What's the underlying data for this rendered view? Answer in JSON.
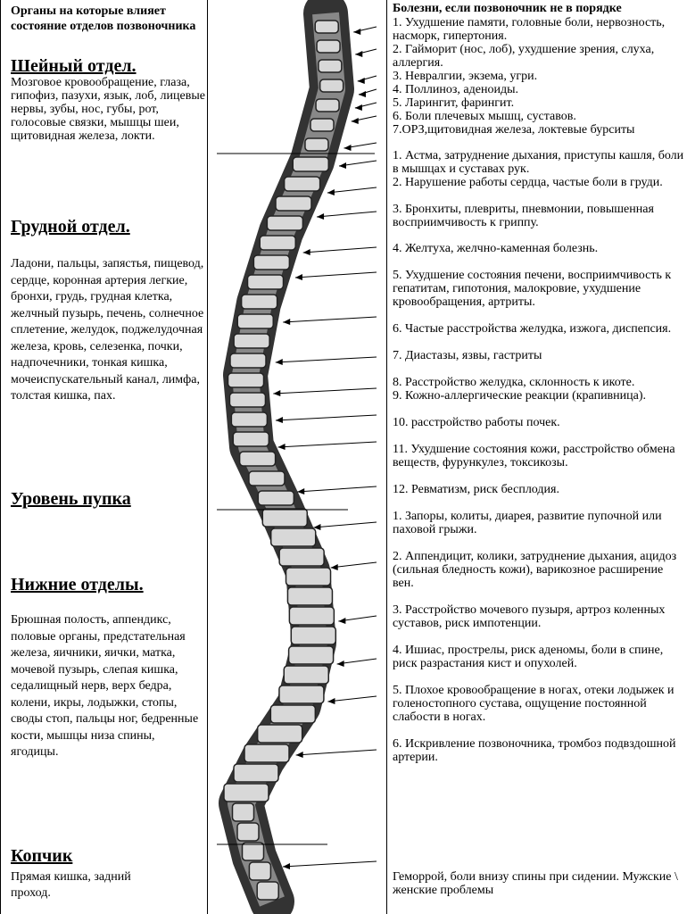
{
  "left": {
    "title": "Органы на которые влияет состояние отделов позвоночника",
    "sections": [
      {
        "heading": "Шейный отдел.",
        "text": "Мозговое кровообращение, глаза, гипофиз, пазухи, язык, лоб, лицевые нервы, зубы, нос, губы, рот, голосовые связки, мышцы шеи, щитовидная железа, локти."
      },
      {
        "heading": "Грудной отдел.",
        "text": "Ладони, пальцы, запястья, пищевод, сердце, коронная артерия легкие, бронхи, грудь, грудная клетка, желчный пузырь, печень, солнечное сплетение, желудок, поджелудочная железа, кровь, селезенка, почки, надпочечники, тонкая кишка, мочеиспускательный канал, лимфа, толстая кишка, пах."
      },
      {
        "heading": "Уровень пупка",
        "text": ""
      },
      {
        "heading": "Нижние отделы.",
        "text": "Брюшная полость, аппендикс, половые органы, предстательная железа, яичники, яички, матка, мочевой пузырь, слепая кишка, седалищный нерв, верх бедра, колени, икры, лодыжки, стопы, своды стоп, пальцы ног, бедренные кости, мышцы низа спины, ягодицы."
      },
      {
        "heading": "Копчик",
        "text": "Прямая кишка, задний проход."
      }
    ]
  },
  "right": {
    "title": "Болезни, если позвоночник не в порядке",
    "items": [
      "1. Ухудшение памяти, головные боли, нервозность, насморк, гипертония.",
      "2. Гайморит (нос, лоб), ухудшение зрения, слуха, аллергия.",
      "3. Невралгии, экзема, угри.",
      "4. Поллиноз, аденоиды.",
      "5. Ларингит, фарингит.",
      "6. Боли плечевых мышц, суставов.",
      "7.ОРЗ,щитовидная железа, локтевые бурситы",
      "1. Астма, затруднение дыхания, приступы кашля, боли в мышцах и суставах рук.",
      "2. Нарушение работы сердца, частые боли в груди.",
      "3. Бронхиты, плевриты, пневмонии, повышенная восприимчивость к гриппу.",
      "4. Желтуха, желчно-каменная болезнь.",
      "5. Ухудшение состояния печени, восприимчивость к гепатитам, гипотония, малокровие, ухудшение кровообращения, артриты.",
      "6. Частые расстройства желудка, изжога, диспепсия.",
      "7. Диастазы, язвы, гастриты",
      "8. Расстройство желудка, склонность к икоте.",
      "9. Кожно-аллергические реакции (крапивница).",
      "10. расстройство работы почек.",
      "11. Ухудшение состояния кожи, расстройство обмена веществ, фурункулез, токсикозы.",
      "12. Ревматизм, риск бесплодия.",
      "1. Запоры, колиты, диарея, развитие пупочной или паховой грыжи.",
      "2. Аппендицит, колики, затруднение дыхания, ацидоз (сильная бледность кожи), варикозное расширение вен.",
      "3. Расстройство мочевого пузыря, артроз коленных суставов, риск импотенции.",
      "4. Ишиас, прострелы, риск аденомы, боли в спине, риск разрастания кист и опухолей.",
      "5. Плохое кровообращение в ногах, отеки лодыжек и голеностопного сустава, ощущение постоянной слабости в ногах.",
      "6. Искривление позвоночника, тромбоз подвздошной артерии.",
      "Геморрой, боли внизу спины при сидении. Мужские \\ женские проблемы"
    ]
  }
}
